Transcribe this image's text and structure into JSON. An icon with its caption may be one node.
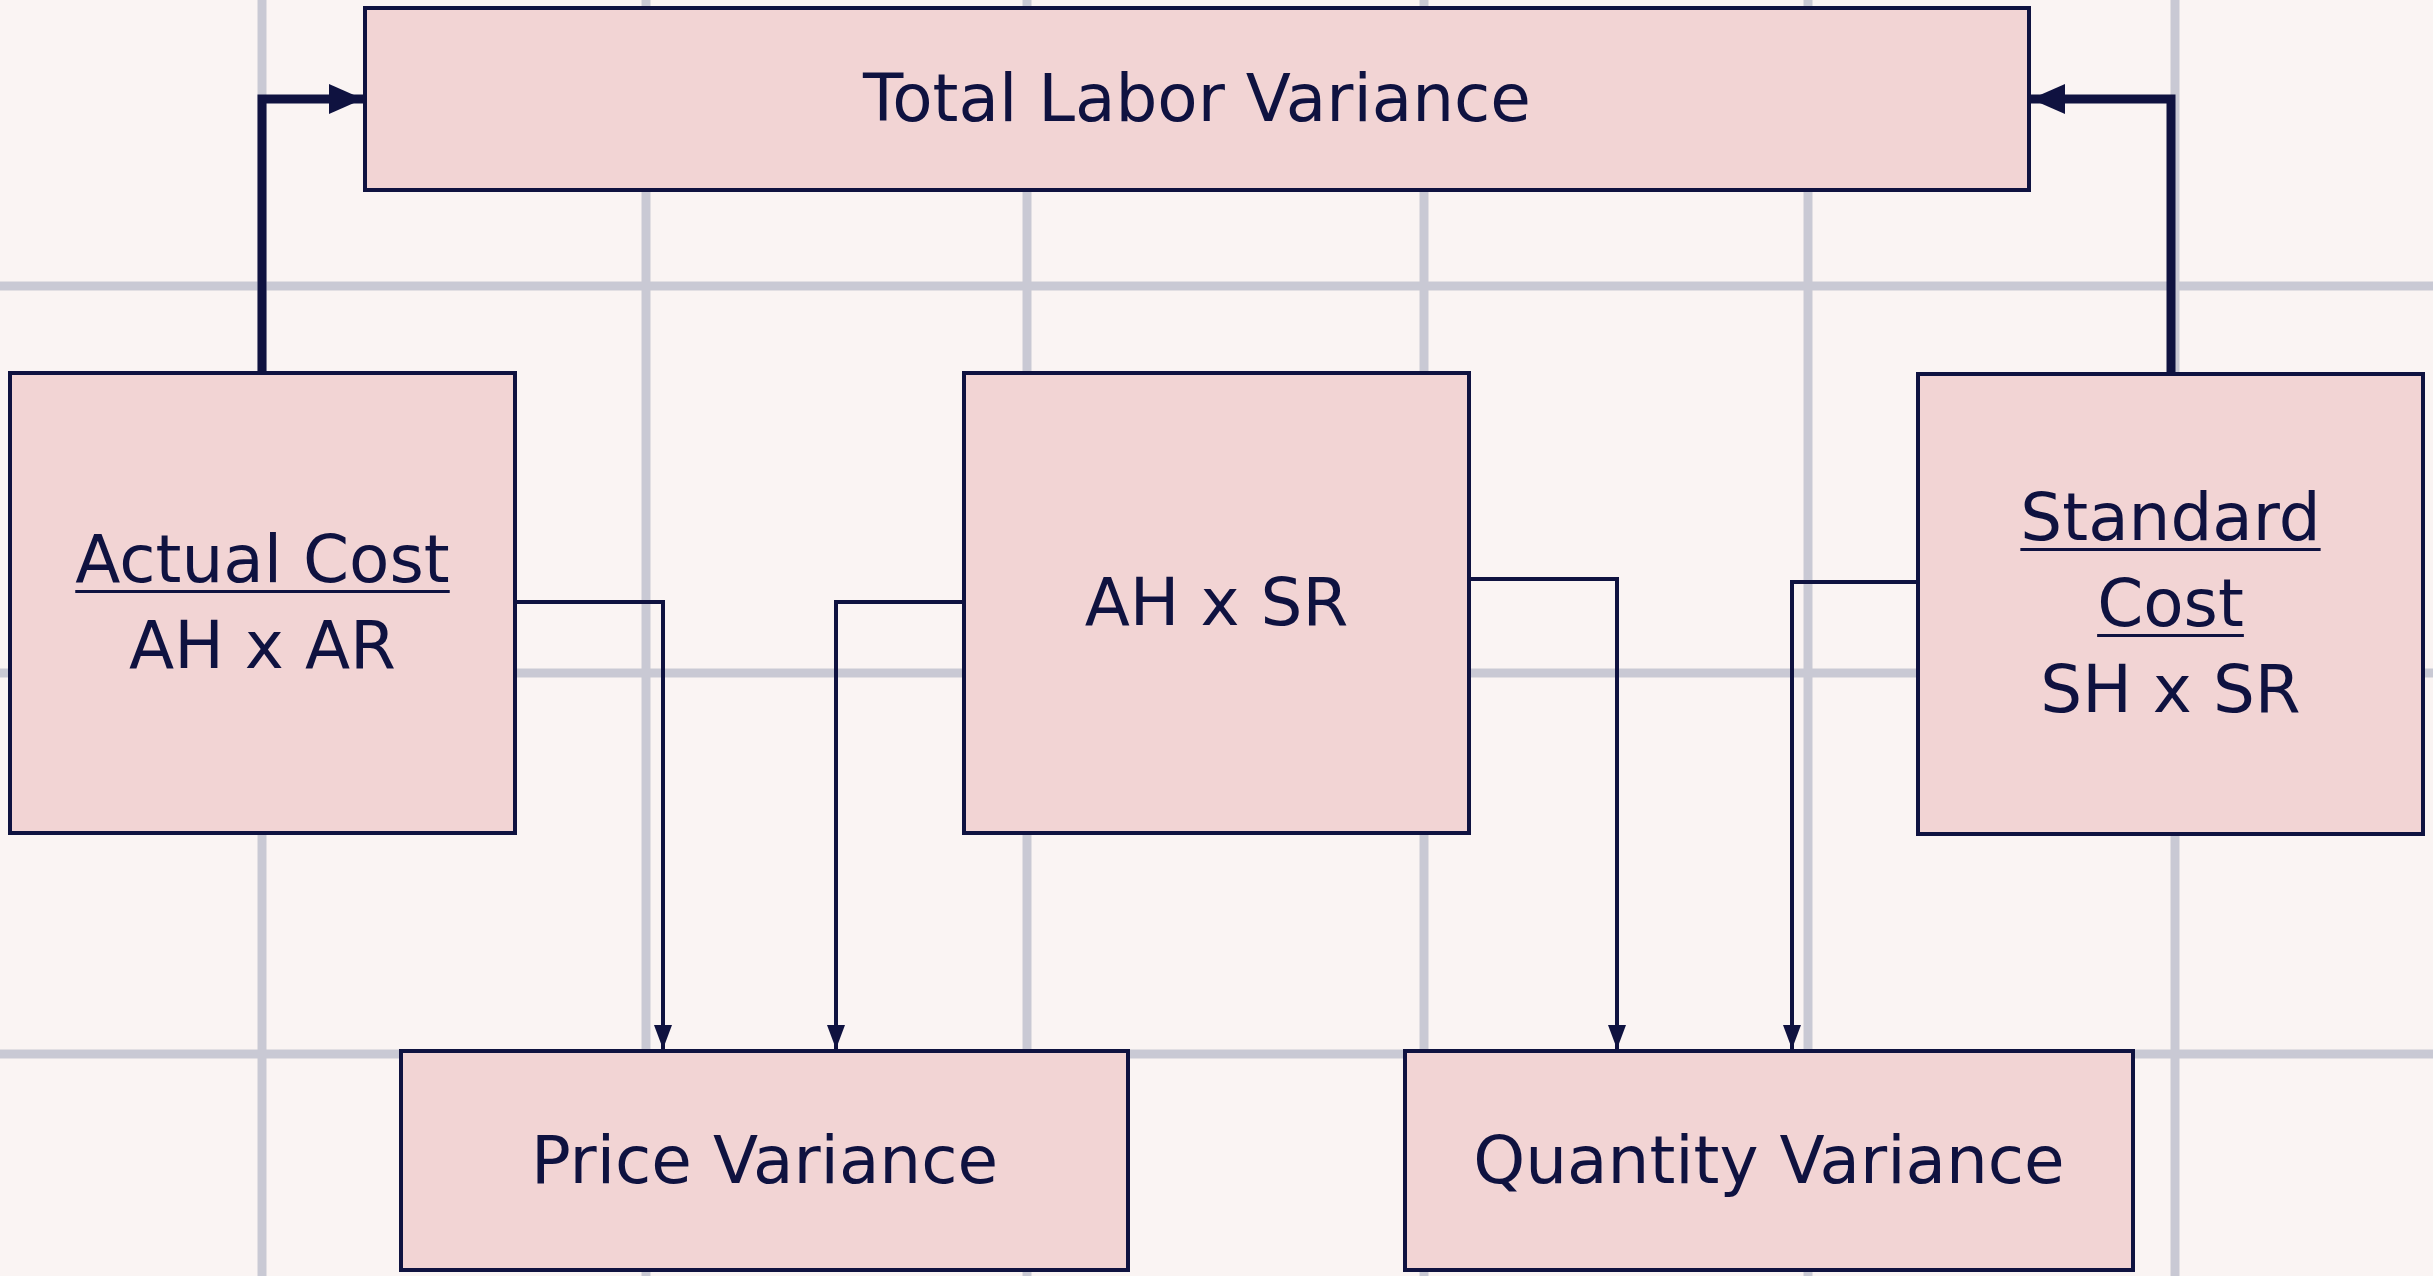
{
  "diagram": {
    "nodes": [
      {
        "text": [
          "Total Labor Variance"
        ]
      },
      {
        "text": [
          "Actual Cost",
          "AH x AR"
        ]
      },
      {
        "text": [
          "AH x SR"
        ]
      },
      {
        "text": [
          "Standard Cost",
          "SH x SR"
        ]
      },
      {
        "text": [
          "Price Variance"
        ]
      },
      {
        "text": [
          "Quantity Variance"
        ]
      }
    ],
    "edges": [
      {
        "from": 1,
        "to": 0,
        "arrow": "to",
        "style": "thick"
      },
      {
        "from": 3,
        "to": 0,
        "arrow": "to",
        "style": "thick"
      },
      {
        "from": 1,
        "to": 4,
        "arrow": "to"
      },
      {
        "from": 2,
        "to": 4,
        "arrow": "to"
      },
      {
        "from": 2,
        "to": 5,
        "arrow": "to"
      },
      {
        "from": 3,
        "to": 5,
        "arrow": "to"
      }
    ]
  }
}
